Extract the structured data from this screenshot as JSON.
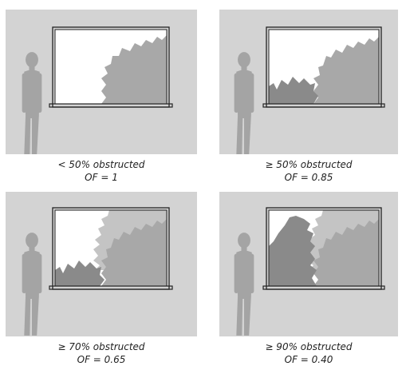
{
  "palette": {
    "wall": "#d3d3d3",
    "person": "#a4a4a4",
    "frame": "#222222",
    "sky": "#ffffff",
    "foliage_light": "#c4c4c4",
    "foliage_mid": "#a8a8a8",
    "foliage_dark": "#8a8a8a"
  },
  "panels": [
    {
      "caption_line1": "< 50% obstructed",
      "caption_line2": "OF = 1"
    },
    {
      "caption_line1": "≥ 50% obstructed",
      "caption_line2": "OF = 0.85"
    },
    {
      "caption_line1": "≥ 70% obstructed",
      "caption_line2": "OF = 0.65"
    },
    {
      "caption_line1": "≥ 90% obstructed",
      "caption_line2": "OF = 0.40"
    }
  ]
}
